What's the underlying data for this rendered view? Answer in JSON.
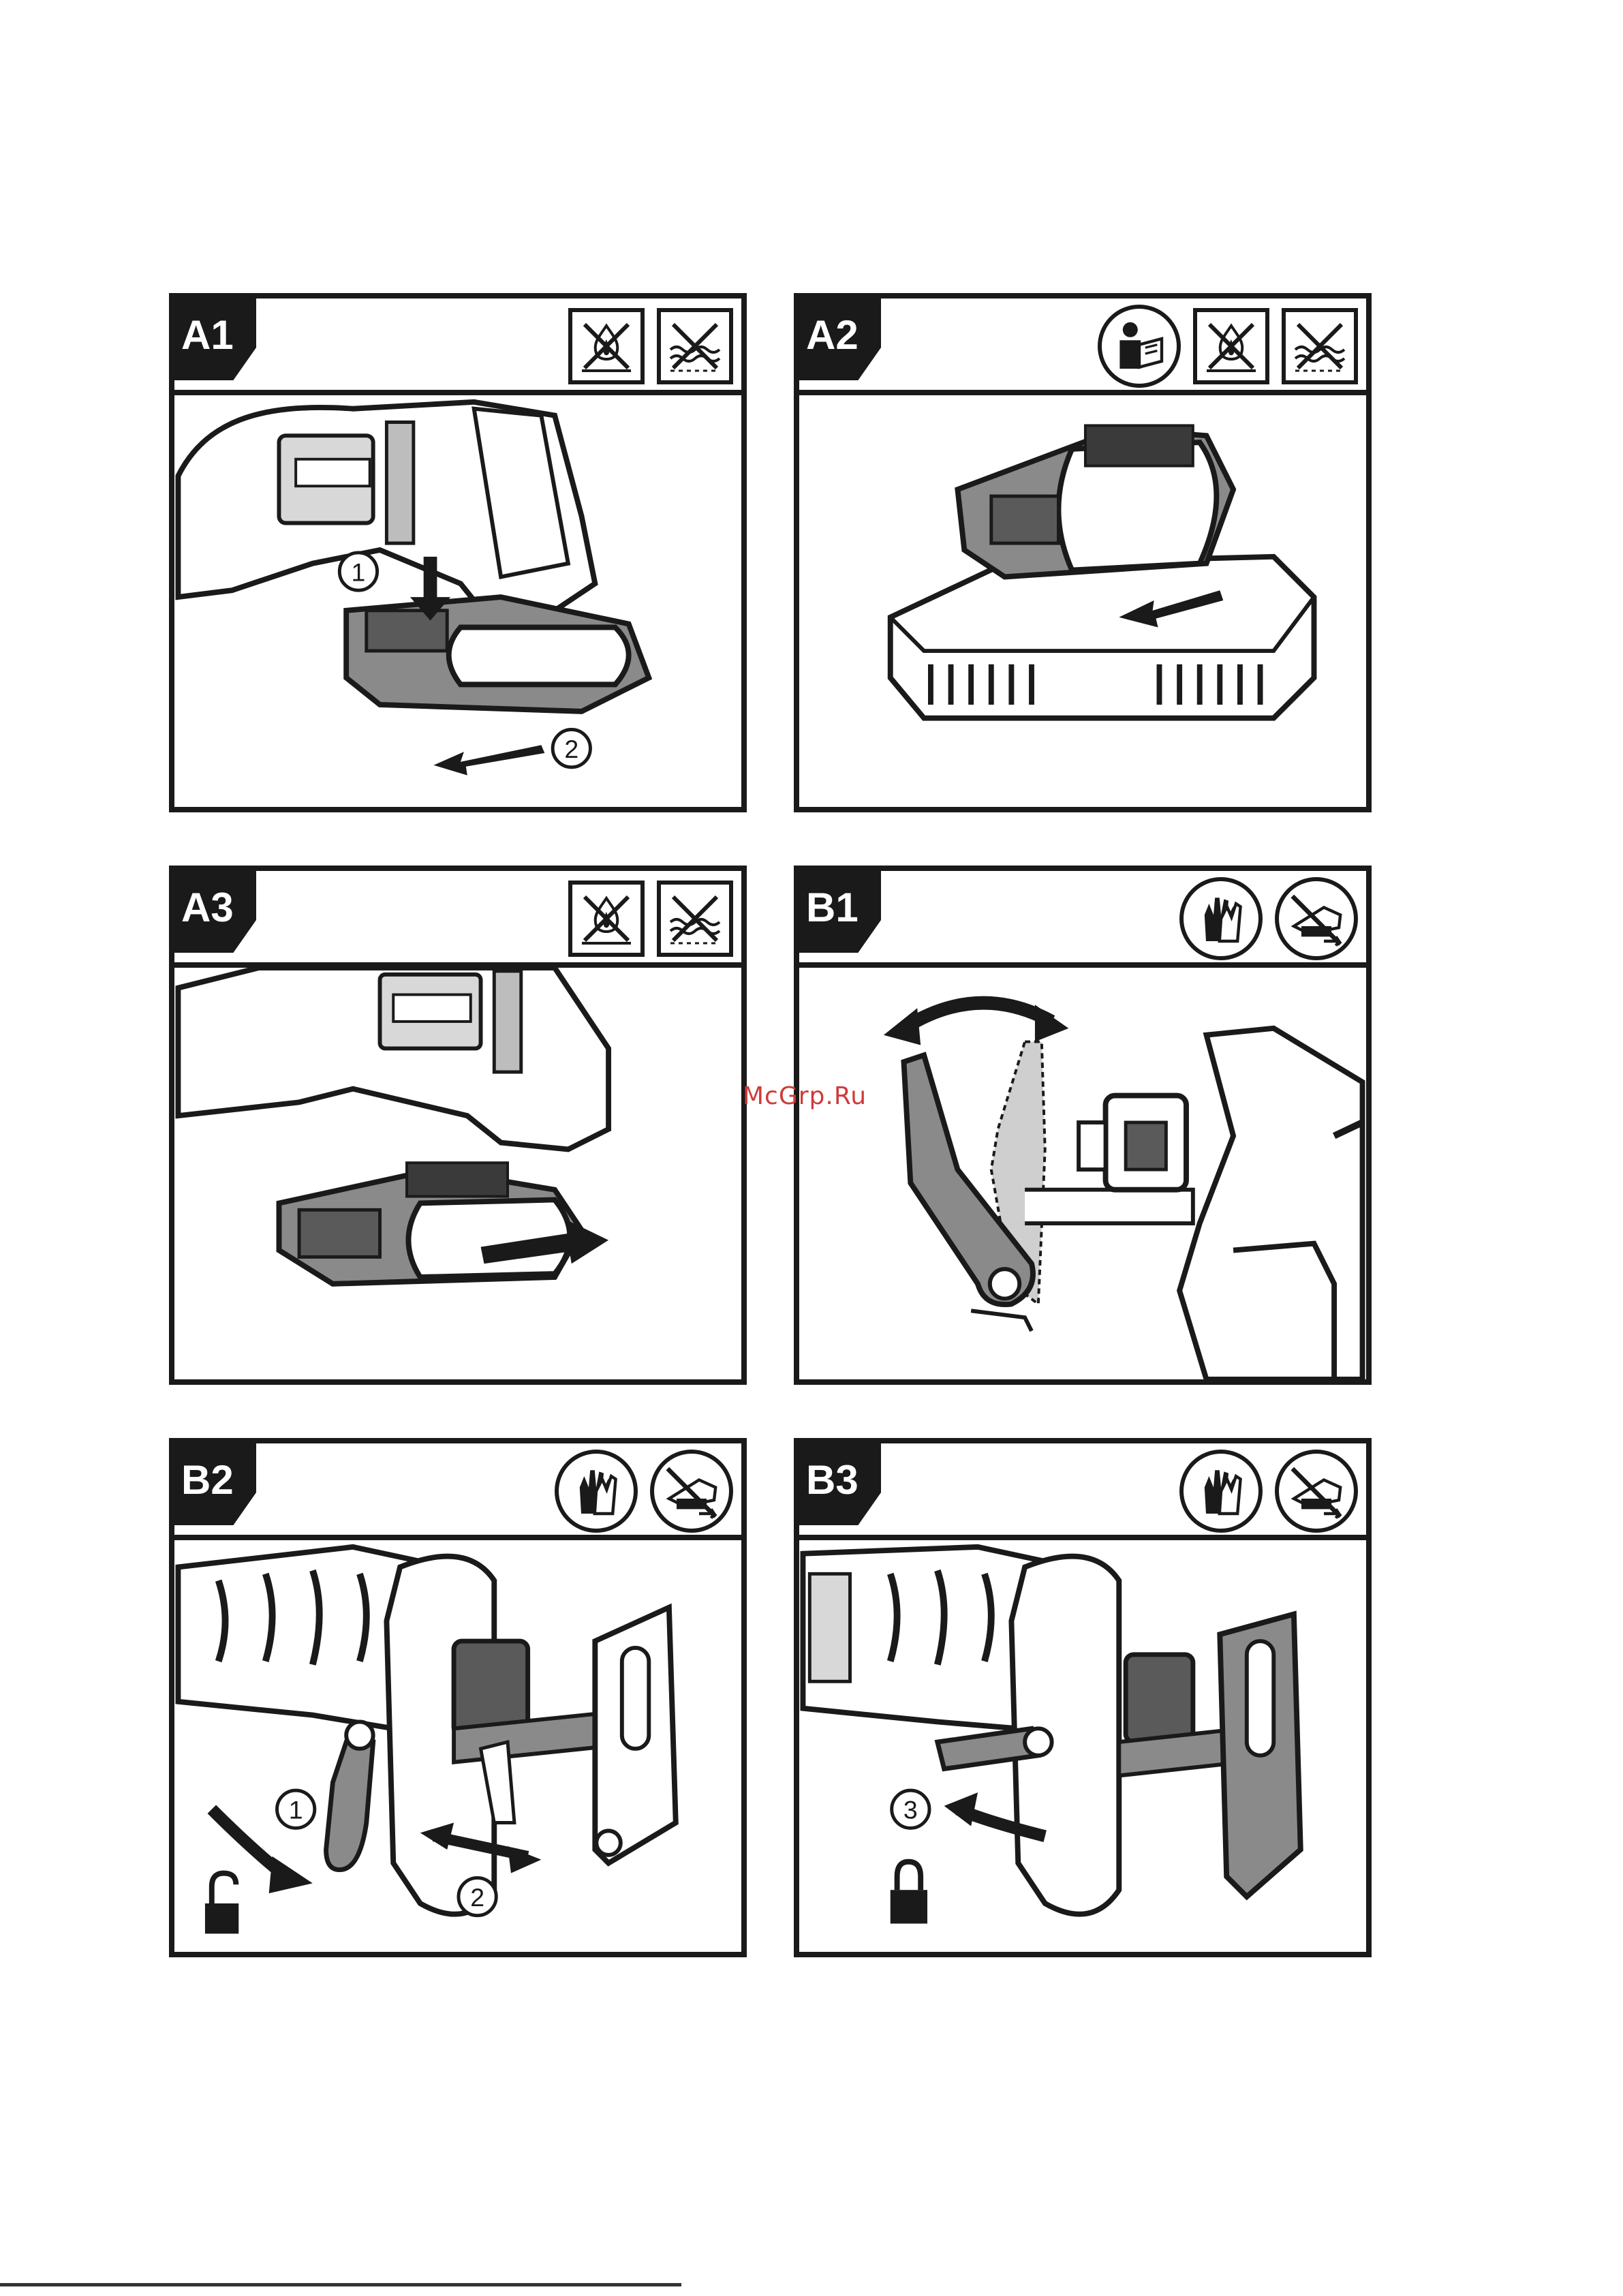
{
  "panels": [
    {
      "label": "A1",
      "icons": [
        "no-fire-icon",
        "no-water-icon"
      ],
      "steps": [
        "①",
        "②"
      ]
    },
    {
      "label": "A2",
      "icons": [
        "read-manual-icon",
        "no-fire-icon",
        "no-water-icon"
      ],
      "steps": []
    },
    {
      "label": "A3",
      "icons": [
        "no-fire-icon",
        "no-water-icon"
      ],
      "steps": []
    },
    {
      "label": "B1",
      "icons": [
        "gloves-icon",
        "remove-battery-icon"
      ],
      "steps": []
    },
    {
      "label": "B2",
      "icons": [
        "gloves-icon",
        "remove-battery-icon"
      ],
      "steps": [
        "①",
        "②"
      ]
    },
    {
      "label": "B3",
      "icons": [
        "gloves-icon",
        "remove-battery-icon"
      ],
      "steps": [
        "③"
      ]
    }
  ],
  "watermark": "McGrp.Ru",
  "colors": {
    "ink": "#1a1a1a",
    "watermark": "#cf3a3a",
    "shade": "#8a8a8a"
  }
}
